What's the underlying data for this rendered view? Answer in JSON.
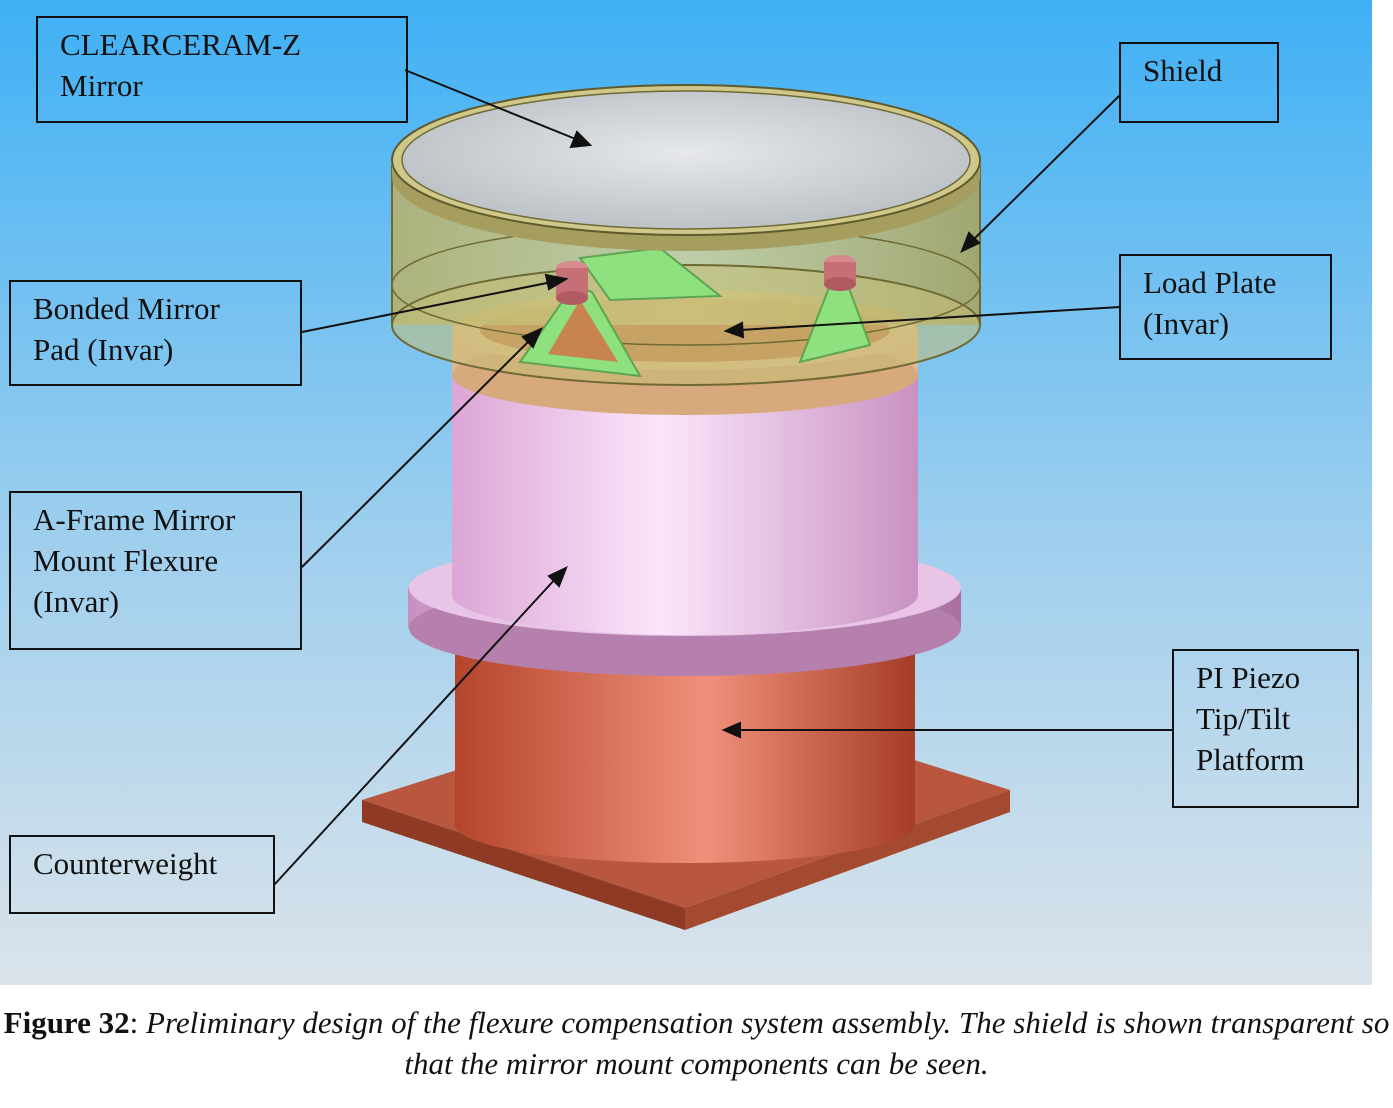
{
  "labels": {
    "mirror": "CLEARCERAM-Z\nMirror",
    "shield": "Shield",
    "bonded_pad": "Bonded Mirror\nPad (Invar)",
    "load_plate": "Load Plate\n(Invar)",
    "aframe": "A-Frame Mirror\nMount Flexure\n(Invar)",
    "piezo": "PI Piezo\nTip/Tilt\nPlatform",
    "counterweight": "Counterweight"
  },
  "caption": {
    "figure_number": "Figure 32",
    "separator": ": ",
    "text": "Preliminary design of the flexure compensation system assembly.  The shield is shown transparent so that the mirror mount components can be seen."
  },
  "colors": {
    "background_top": "#3fb0f5",
    "background_bottom": "#d9e2ea",
    "shield": "#c9c27a",
    "mirror": "#c8ccd0",
    "aframe": "#8fe07f",
    "load_plate": "#c8834e",
    "counterweight": "#f2c9ee",
    "piezo": "#d9745b",
    "base": "#b8573e"
  }
}
